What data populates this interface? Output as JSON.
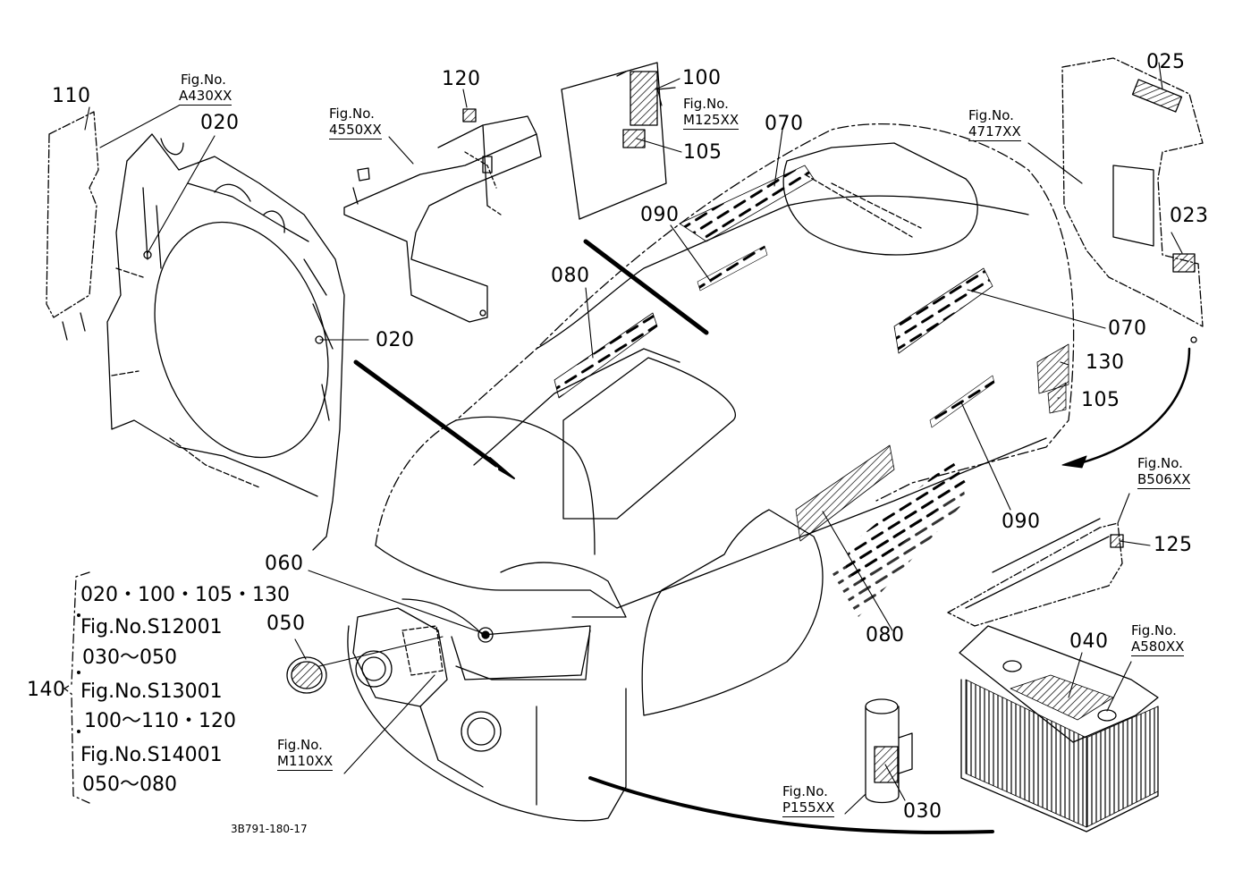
{
  "callouts": {
    "c110": "110",
    "c020a": "020",
    "c020b": "020",
    "c120": "120",
    "c100": "100",
    "c105a": "105",
    "c070a": "070",
    "c070b": "070",
    "c090a": "090",
    "c090b": "090",
    "c080a": "080",
    "c080b": "080",
    "c025": "025",
    "c023": "023",
    "c130": "130",
    "c105b": "105",
    "c125": "125",
    "c040": "040",
    "c060": "060",
    "c050": "050",
    "c030": "030",
    "c140": "140"
  },
  "fig_refs": {
    "a430": {
      "title": "Fig.No.",
      "code": "A430XX"
    },
    "f4550": {
      "title": "Fig.No.",
      "code": "4550XX"
    },
    "m125": {
      "title": "Fig.No.",
      "code": "M125XX"
    },
    "f4717": {
      "title": "Fig.No.",
      "code": "4717XX"
    },
    "b506": {
      "title": "Fig.No.",
      "code": "B506XX"
    },
    "a580": {
      "title": "Fig.No.",
      "code": "A580XX"
    },
    "m110": {
      "title": "Fig.No.",
      "code": "M110XX"
    },
    "p155": {
      "title": "Fig.No.",
      "code": "P155XX"
    }
  },
  "legend_140": [
    "020・100・105・130",
    "Fig.No.S12001",
    "030～050",
    "Fig.No.S13001",
    "100～110・120",
    "Fig.No.S14001",
    "050～080"
  ],
  "drawing_code": "3B791-180-17"
}
